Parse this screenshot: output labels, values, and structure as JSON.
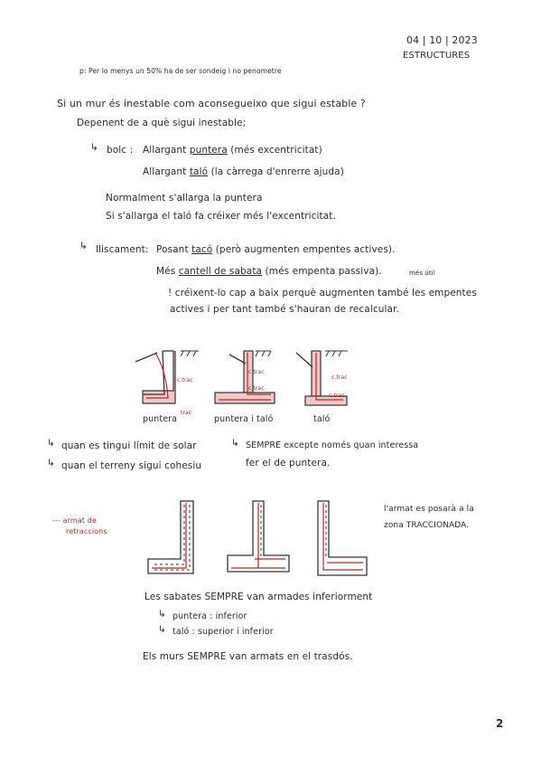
{
  "header": {
    "date": "04 | 10 | 2023",
    "subject": "ESTRUCTURES"
  },
  "note_top": "p: Per lo menys un 50% ha de ser sondeig i no penometre",
  "question": "Si un mur és inestable com aconsegueixo que sigui estable ?",
  "depends": "Depenent de a què sigui inestable;",
  "bolc": {
    "label": "bolc :",
    "line1_prefix": "Allargant",
    "line1_word": "puntera",
    "line1_suffix": "(més excentricitat)",
    "line2_prefix": "Allargant",
    "line2_word": "taló",
    "line2_suffix": "(la càrrega d'enrerre ajuda)"
  },
  "normal": {
    "line1": "Normalment s'allarga la puntera",
    "line2": "Si s'allarga el taló fa créixer més l'excentricitat."
  },
  "lliscament": {
    "label": "lliscament:",
    "line1_prefix": "Posant",
    "line1_word": "tacó",
    "line1_suffix": "(però augmenten empentes actives).",
    "line2_prefix": "Més",
    "line2_word": "cantell de sabata",
    "line2_suffix": "(més empenta passiva).",
    "line2_note": "més útil",
    "warn1": "! créixent-lo cap a baix perquè augmenten també les empentes",
    "warn2": "actives i per tant també s'hauran de recalcular."
  },
  "fig1": {
    "label1": "puntera",
    "label2": "puntera i taló",
    "label3": "taló",
    "trac": "c.trac",
    "trac_short": "trac"
  },
  "fig1_notes": {
    "left1": "quan es tingui límit de solar",
    "left2": "quan el terreny sigui cohesiu",
    "right1": "SEMPRE excepte només quan interessa",
    "right2": "fer el de puntera."
  },
  "fig2": {
    "side_label1": "armat de",
    "side_label2": "retraccions",
    "right1": "l'armat es posarà a la",
    "right2": "zona TRACCIONADA."
  },
  "sabates": {
    "title": "Les sabates  SEMPRE van armades inferiorment",
    "item1": "puntera : inferior",
    "item2": "taló : superior i inferior"
  },
  "final": "Els murs SEMPRE van armats en el trasdós.",
  "page_number": "2"
}
